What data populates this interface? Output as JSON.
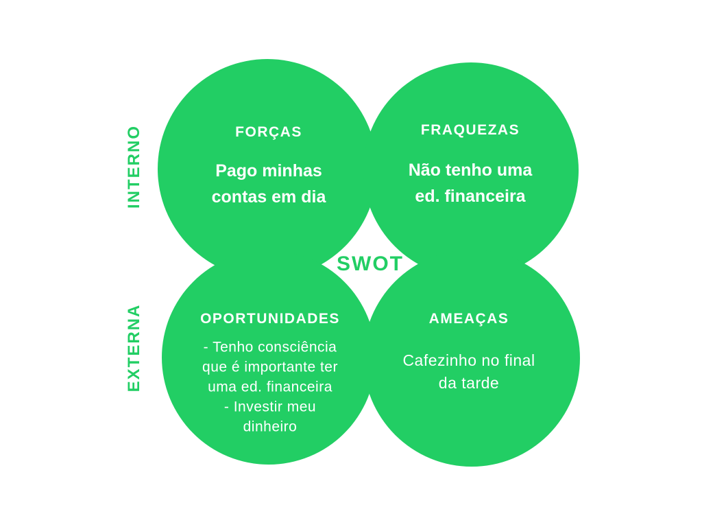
{
  "center_label": "SWOT",
  "axis": {
    "internal": "INTERNO",
    "external": "EXTERNA"
  },
  "quadrants": {
    "strengths": {
      "heading": "FORÇAS",
      "body": "Pago minhas\ncontas em dia"
    },
    "weaknesses": {
      "heading": "FRAQUEZAS",
      "body": "Não tenho uma\ned. financeira"
    },
    "opportunities": {
      "heading": "OPORTUNIDADES",
      "body": "- Tenho consciência\nque é importante ter\numa ed. financeira\n- Investir meu\ndinheiro"
    },
    "threats": {
      "heading": "AMEAÇAS",
      "body": "Cafezinho no final\nda tarde"
    }
  },
  "colors": {
    "circle_green": "#22ce64",
    "label_green": "#22ce64",
    "text_white": "#ffffff",
    "background": "#ffffff"
  }
}
